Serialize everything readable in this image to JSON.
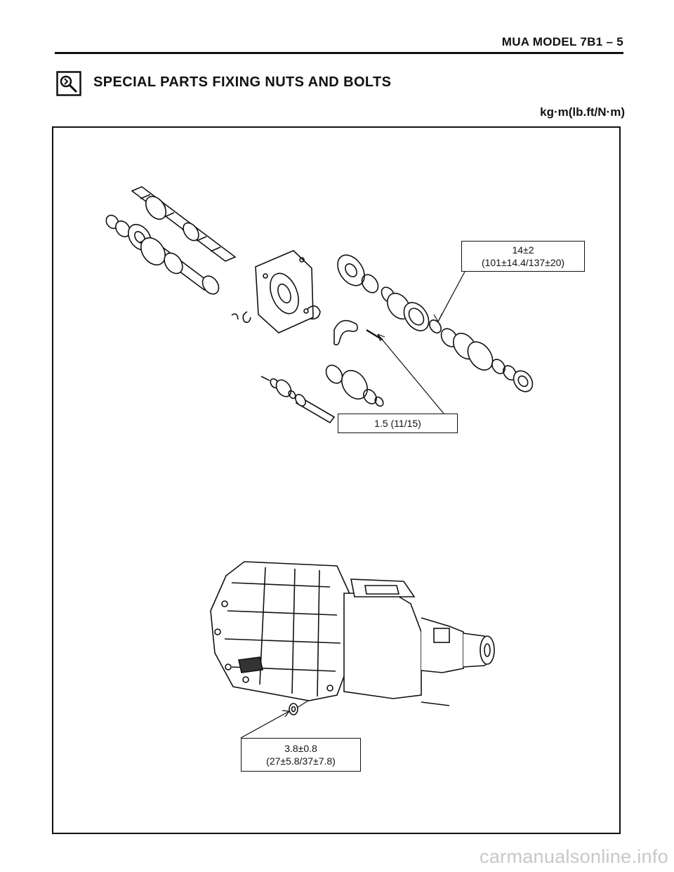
{
  "header": {
    "running_header": "MUA MODEL  7B1 – 5"
  },
  "section": {
    "icon": "torque-wrench-icon",
    "title": "SPECIAL PARTS FIXING NUTS AND BOLTS",
    "units": "kg·m(lb.ft/N·m)"
  },
  "callouts": {
    "top_right": {
      "line1": "14±2",
      "line2": "(101±14.4/137±20)"
    },
    "middle": {
      "line1": "1.5 (11/15)"
    },
    "bottom": {
      "line1": "3.8±0.8",
      "line2": "(27±5.8/37±7.8)"
    }
  },
  "footer": {
    "watermark": "carmanualsonline.info"
  }
}
